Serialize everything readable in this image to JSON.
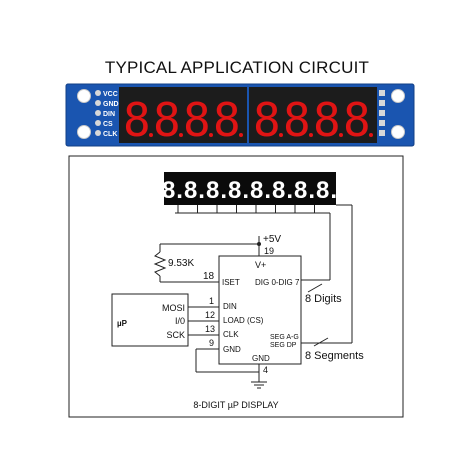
{
  "title": "TYPICAL APPLICATION CIRCUIT",
  "module": {
    "pin_labels": [
      "VCC",
      "GND",
      "DIN",
      "CS",
      "CLK"
    ],
    "digits": "8.8.8.8.8.8.8.8.",
    "display_color": "#e01414",
    "pcb_color": "#1a55b0"
  },
  "schematic": {
    "display_digits": "8.8.8.8.8.8.8.8.",
    "supply": "+5V",
    "resistor": "9.53K",
    "ic": {
      "v_plus": "V+",
      "iset": "ISET",
      "pin_v_plus": "19",
      "pin_iset": "18",
      "din": "DIN",
      "load": "LOAD (CS)",
      "clk": "CLK",
      "gnd": "GND",
      "dig": "DIG 0-DIG 7",
      "seg_ag": "SEG A-G",
      "seg_dp": "SEG DP",
      "gnd_bottom": "GND",
      "pin_din": "1",
      "pin_load": "12",
      "pin_clk": "13",
      "pin_gnd": "9",
      "pin_gnd_bottom": "4"
    },
    "mcu": {
      "label": "µP",
      "mosi": "MOSI",
      "io": "I/0",
      "sck": "SCK"
    },
    "digits_label": "8 Digits",
    "segments_label": "8 Segments",
    "caption": "8-DIGIT µP DISPLAY"
  }
}
